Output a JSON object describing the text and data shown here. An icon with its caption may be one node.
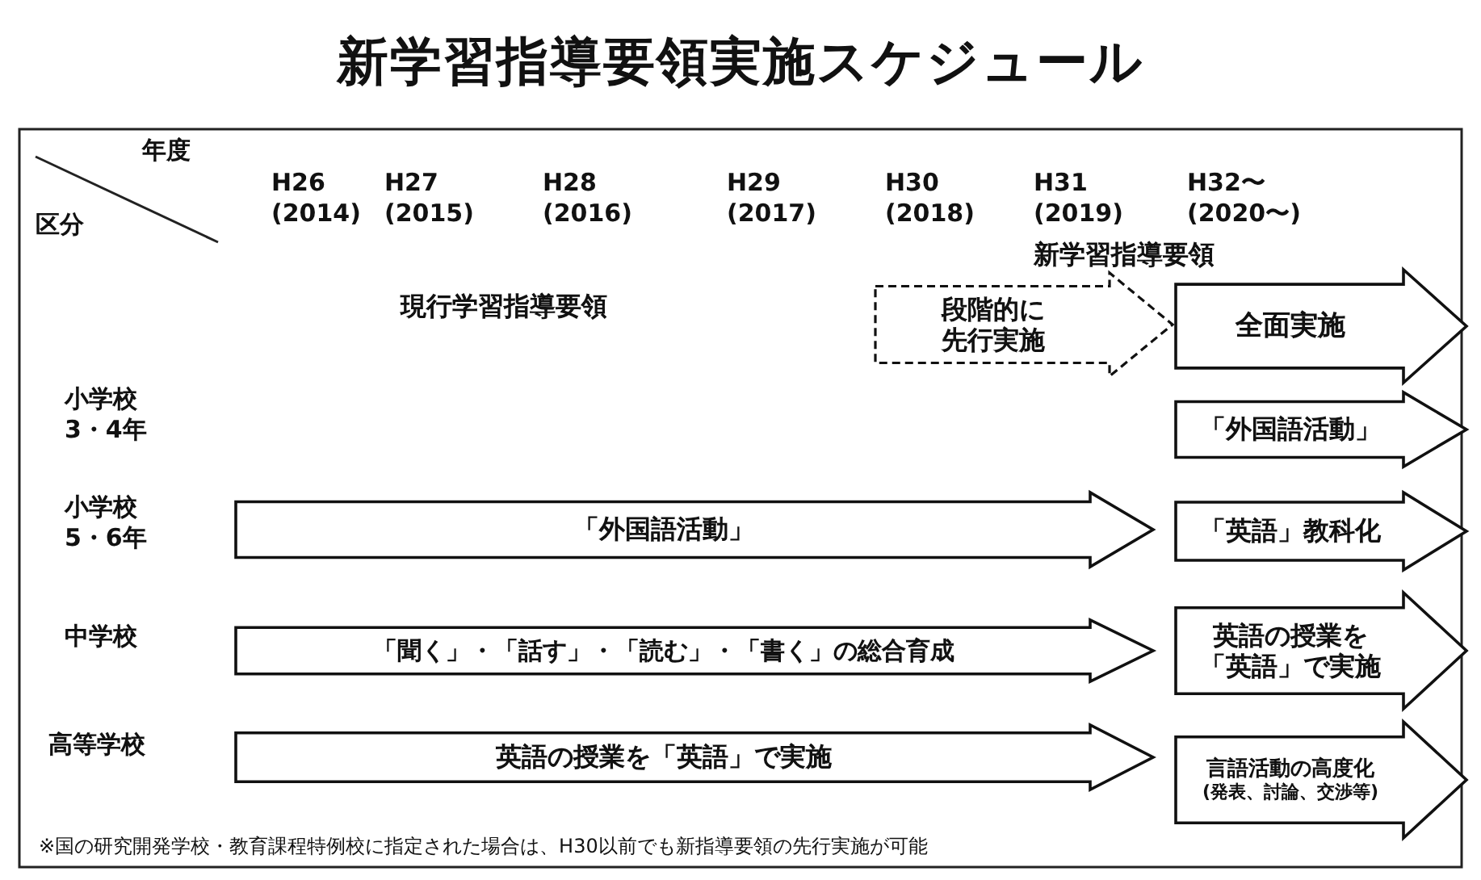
{
  "diagram": {
    "title": "新学習指導要領実施スケジュール",
    "nodes": [
      {
        "text": [
          "段階的に先行実施"
        ]
      },
      {
        "text": [
          "全面実施"
        ]
      },
      {
        "text": [
          "「外国語活動」"
        ]
      },
      {
        "text": [
          "「外国語活動」"
        ]
      },
      {
        "text": [
          "「英語」教科化"
        ]
      },
      {
        "text": [
          "「聞く」・「話す」・「読む」・「書く」の総合育成"
        ]
      },
      {
        "text": [
          "英語の授業を「英語」で実施"
        ]
      },
      {
        "text": [
          "英語の授業を「英語」で実施"
        ]
      },
      {
        "text": [
          "言語活動の高度化",
          "(発表、討論、交渉等)"
        ]
      }
    ],
    "labels": [
      "年度",
      "区分",
      "H26 (2014)",
      "H27 (2015)",
      "H28 (2016)",
      "H29 (2017)",
      "H30 (2018)",
      "H31 (2019)",
      "H32〜 (2020〜)",
      "新学習指導要領",
      "現行学習指導要領",
      "小学校 3・4年",
      "小学校 5・6年",
      "中学校",
      "高等学校",
      "※国の研究開発学校・教育課程特例校に指定された場合は、H30以前でも新指導要領の先行実施が可能"
    ]
  }
}
